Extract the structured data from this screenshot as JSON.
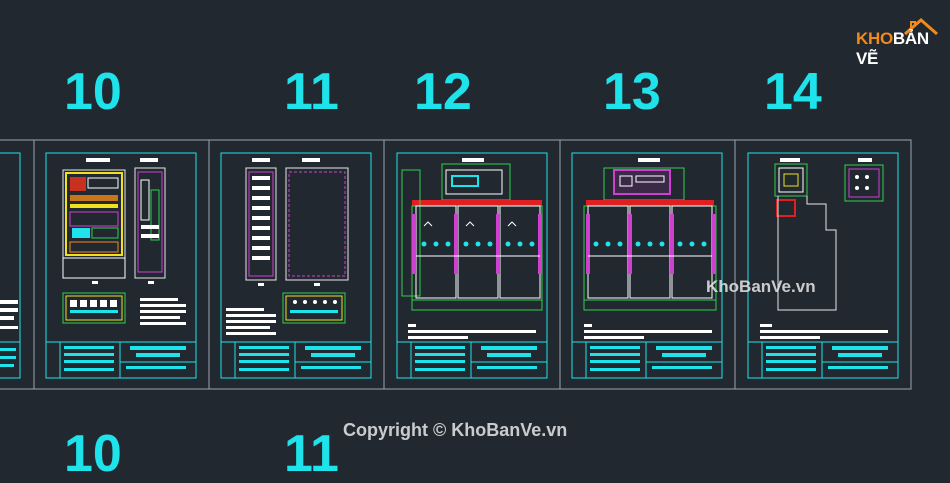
{
  "sheets": {
    "row1": [
      "10",
      "11",
      "12",
      "13",
      "14"
    ],
    "row2": [
      "10",
      "11"
    ]
  },
  "logo": {
    "prefix": "KHO",
    "suffix": "BẢN VẼ",
    "house_icon": "house-roof-icon"
  },
  "watermarks": {
    "site": "KhoBanVe.vn",
    "copyright": "Copyright © KhoBanVe.vn"
  },
  "colors": {
    "background": "#212830",
    "sheet_number": "#1fe3ea",
    "frame": "#9aa3ad",
    "drawing_border": "#1fe3ea",
    "accent_orange": "#f28a1a"
  }
}
